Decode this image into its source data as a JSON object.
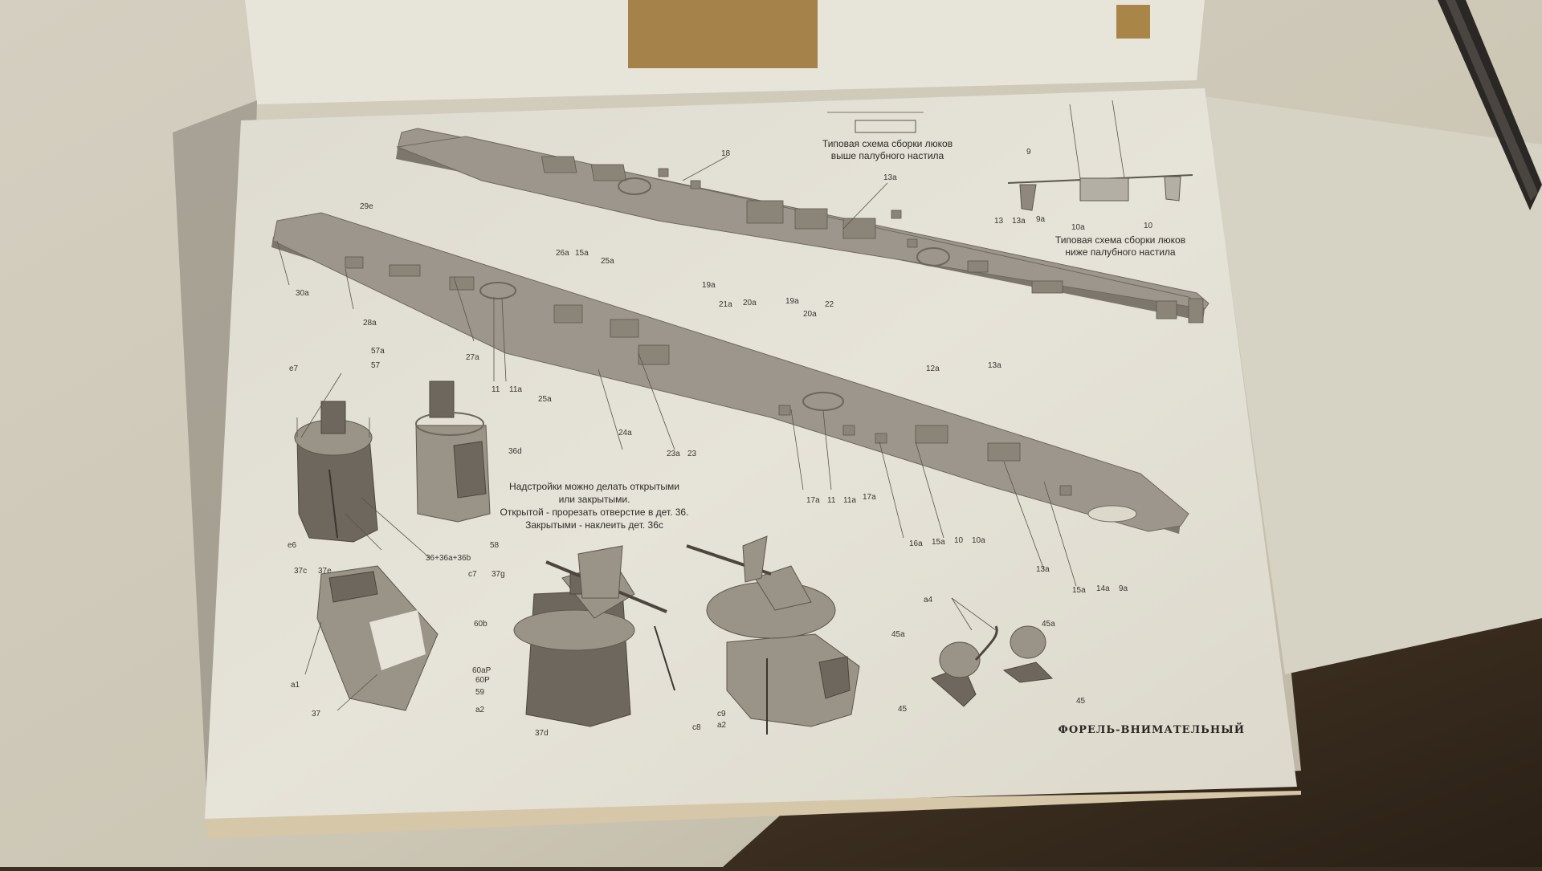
{
  "notes": {
    "hatch_above_line1": "Типовая схема сборки люков",
    "hatch_above_line2": "выше палубного настила",
    "hatch_below_line1": "Типовая схема сборки люков",
    "hatch_below_line2": "ниже палубного настила",
    "superstructure_1": "Надстройки можно делать открытыми",
    "superstructure_2": "или закрытыми.",
    "superstructure_3": "Открытой - прорезать отверстие в дет. 36.",
    "superstructure_4": "Закрытыми - наклеить дет. 36с",
    "footer_title": "ФОРЕЛЬ-ВНИМАТЕЛЬНЫЙ"
  },
  "labels": {
    "l18": "18",
    "l13a_top": "13a",
    "l9": "9",
    "l29e": "29e",
    "l30a": "30a",
    "l28a": "28a",
    "l26a": "26a",
    "l15a_a": "15a",
    "l25a": "25a",
    "l27a": "27a",
    "l11": "11",
    "l11a": "11a",
    "l25a_b": "25a",
    "l19a": "19a",
    "l21a": "21a",
    "l20a": "20a",
    "l19a_b": "19a",
    "l20a_b": "20a",
    "l22": "22",
    "l24a": "24a",
    "l23a": "23a",
    "l23": "23",
    "l12a": "12a",
    "l13a_r": "13a",
    "l17a": "17a",
    "l11_b": "11",
    "l11a_b": "11a",
    "l17a_b": "17a",
    "l16a": "16a",
    "l15a_b": "15a",
    "l10": "10",
    "l10a": "10a",
    "l13a_b": "13a",
    "l15a_c": "15a",
    "l14a": "14a",
    "l9a": "9a",
    "l13": "13",
    "l13a_h": "13a",
    "l9a_h": "9a",
    "l10a_h": "10a",
    "l10_h": "10",
    "l57a": "57a",
    "l57": "57",
    "le7": "e7",
    "l36d": "36d",
    "le6": "e6",
    "l36sum": "36+36a+36b",
    "l37c": "37c",
    "l37e": "37e",
    "la1": "a1",
    "l37": "37",
    "l58": "58",
    "lc7": "c7",
    "l37g": "37g",
    "l60b": "60b",
    "l60ap": "60aP",
    "l60p": "60P",
    "l59": "59",
    "la2": "a2",
    "l37d": "37d",
    "lc8": "c8",
    "lc9": "c9",
    "la2_b": "a2",
    "la4": "a4",
    "l45a": "45a",
    "l45a_b": "45a",
    "l45": "45",
    "l45_b": "45"
  }
}
